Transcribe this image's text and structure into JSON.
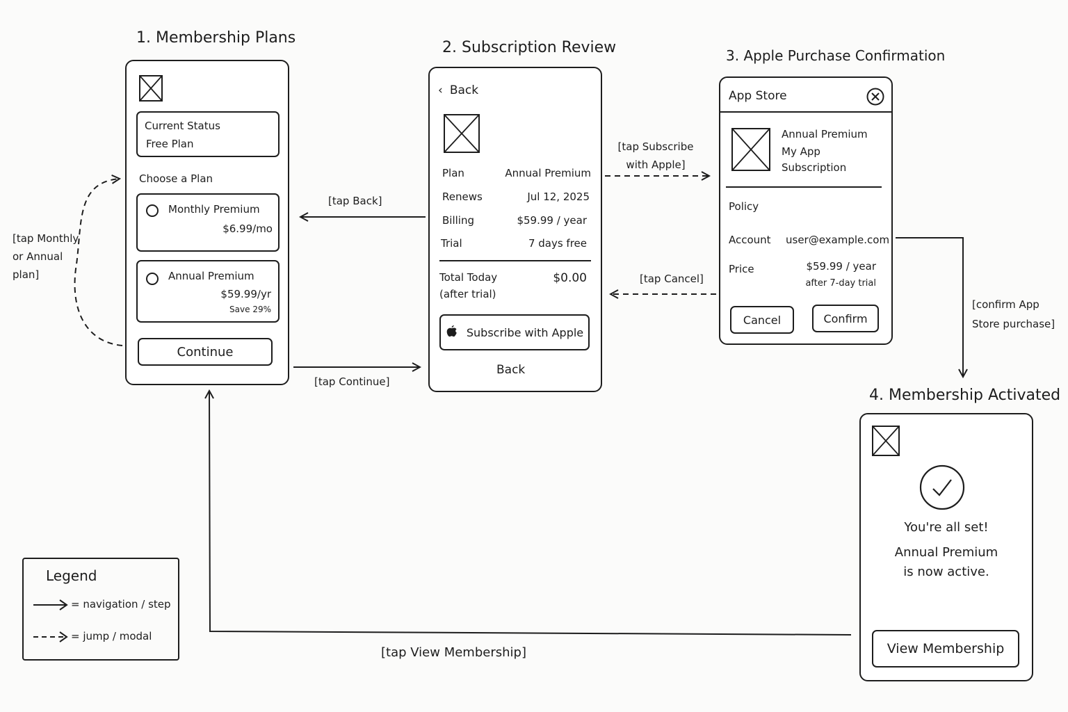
{
  "screens": {
    "s1": {
      "title": "1. Membership Plans",
      "status_label": "Current Status",
      "status_value": "Free Plan",
      "choose_label": "Choose a Plan",
      "monthly": {
        "name": "Monthly Premium",
        "price": "$6.99/mo"
      },
      "annual": {
        "name": "Annual Premium",
        "price": "$59.99/yr",
        "save": "Save 29%"
      },
      "continue_label": "Continue"
    },
    "s2": {
      "title": "2. Subscription Review",
      "back_top": "Back",
      "rows": [
        {
          "label": "Plan",
          "value": "Annual Premium"
        },
        {
          "label": "Renews",
          "value": "Jul 12, 2025"
        },
        {
          "label": "Billing",
          "value": "$59.99 / year"
        },
        {
          "label": "Trial",
          "value": "7 days free"
        }
      ],
      "total_label": "Total Today",
      "total_sub": "(after trial)",
      "total_value": "$0.00",
      "subscribe_label": "Subscribe with Apple",
      "back_bottom": "Back"
    },
    "s3": {
      "title": "3. Apple Purchase Confirmation",
      "header": "App Store",
      "product_line1": "Annual Premium",
      "product_line2": "My App",
      "product_line3": "Subscription",
      "policy_label": "Policy",
      "account_label": "Account",
      "account_value": "user@example.com",
      "price_label": "Price",
      "price_value": "$59.99 / year",
      "price_sub": "after 7-day trial",
      "cancel_label": "Cancel",
      "confirm_label": "Confirm"
    },
    "s4": {
      "title": "4. Membership Activated",
      "msg1": "You're all set!",
      "msg2": "Annual Premium",
      "msg3": "is now active.",
      "view_label": "View Membership"
    }
  },
  "transitions": {
    "tap_plan": "[tap Monthly or Annual plan]",
    "tap_back": "[tap Back]",
    "tap_continue": "[tap Continue]",
    "tap_subscribe": "[tap Subscribe with Apple]",
    "tap_cancel": "[tap Cancel]",
    "confirm_purchase": "[confirm App Store purchase]",
    "tap_view": "[tap View Membership]"
  },
  "legend": {
    "title": "Legend",
    "solid": "= navigation / step",
    "dashed": "= jump / modal"
  }
}
